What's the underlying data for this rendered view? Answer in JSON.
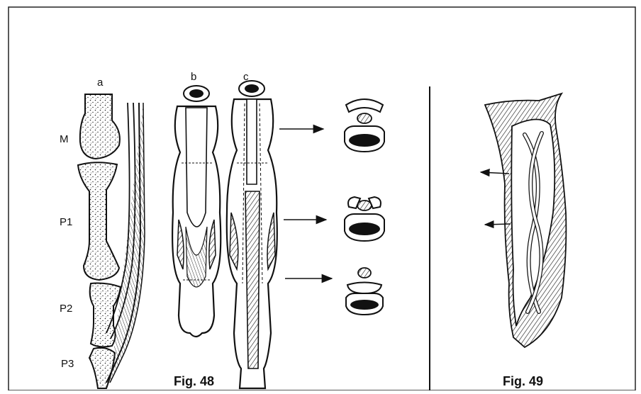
{
  "figures": {
    "fig48": {
      "caption": "Fig. 48",
      "panel_labels": {
        "a": "a",
        "b": "b",
        "c": "c"
      },
      "bone_labels": {
        "m": "M",
        "p1": "P1",
        "p2": "P2",
        "p3": "P3"
      }
    },
    "fig49": {
      "caption": "Fig. 49"
    }
  }
}
